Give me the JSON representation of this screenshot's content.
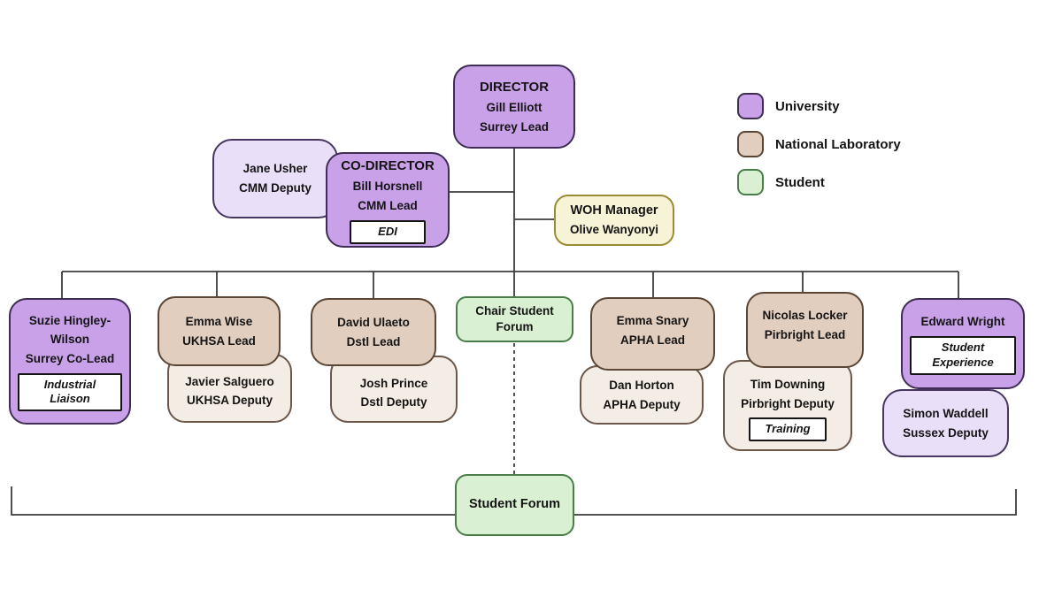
{
  "palette": {
    "university_fill": "#c9a1e9",
    "university_border": "#3f2d56",
    "university_deputy_fill": "#eadff8",
    "national_laboratory_fill": "#e2cebf",
    "national_laboratory_border": "#5b4636",
    "national_laboratory_deputy_fill": "#f4ede6",
    "student_fill": "#d9f0d2",
    "student_border": "#4a7d4a",
    "woh_fill": "#f7f3d6",
    "woh_border": "#9b8c33",
    "connector_line": "#3d3d3d"
  },
  "legend": {
    "items": [
      {
        "label": "University",
        "color": "#c9a1e9"
      },
      {
        "label": "National Laboratory",
        "color": "#e2cebf"
      },
      {
        "label": "Student",
        "color": "#d9f0d2"
      }
    ]
  },
  "nodes": {
    "director": {
      "title": "DIRECTOR",
      "name": "Gill Elliott",
      "role": "Surrey Lead"
    },
    "cmm_deputy": {
      "name": "Jane Usher",
      "role": "CMM Deputy"
    },
    "co_director": {
      "title": "CO-DIRECTOR",
      "name": "Bill Horsnell",
      "role": "CMM Lead",
      "tag": "EDI"
    },
    "woh_manager": {
      "title": "WOH Manager",
      "name": "Olive Wanyonyi"
    },
    "surrey_co_lead": {
      "name": "Suzie Hingley-Wilson",
      "role": "Surrey Co-Lead",
      "tag": "Industrial Liaison"
    },
    "ukhsa_lead": {
      "name": "Emma Wise",
      "role": "UKHSA Lead"
    },
    "ukhsa_deputy": {
      "name": "Javier Salguero",
      "role": "UKHSA Deputy"
    },
    "dstl_lead": {
      "name": "David Ulaeto",
      "role": "Dstl Lead"
    },
    "dstl_deputy": {
      "name": "Josh Prince",
      "role": "Dstl Deputy"
    },
    "chair_student_forum": {
      "name": "Chair Student Forum"
    },
    "apha_lead": {
      "name": "Emma Snary",
      "role": "APHA Lead"
    },
    "apha_deputy": {
      "name": "Dan Horton",
      "role": "APHA Deputy"
    },
    "pirbright_lead": {
      "name": "Nicolas Locker",
      "role": "Pirbright Lead"
    },
    "pirbright_deputy": {
      "name": "Tim Downing",
      "role": "Pirbright Deputy",
      "tag": "Training"
    },
    "edward_wright": {
      "name": "Edward Wright",
      "tag": "Student Experience"
    },
    "sussex_deputy": {
      "name": "Simon Waddell",
      "role": "Sussex Deputy"
    },
    "student_forum": {
      "name": "Student Forum"
    }
  }
}
